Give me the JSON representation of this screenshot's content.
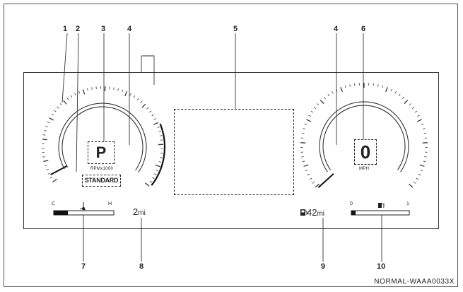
{
  "callouts": [
    "1",
    "2",
    "3",
    "4",
    "5",
    "4",
    "6",
    "7",
    "8",
    "9",
    "10"
  ],
  "gear": "P",
  "rpm_unit": "RPMx1000",
  "drive_mode": "STANDARD",
  "speed": "0",
  "speed_unit": "MPH",
  "trip": {
    "value": "2",
    "unit": "mi"
  },
  "range": {
    "value": "42",
    "unit": "mi"
  },
  "temp_gauge": {
    "low_label": "C",
    "high_label": "H"
  },
  "fuel_gauge": {
    "empty_label": "0",
    "full_label": "1"
  },
  "reference": "NORMAL-WAAA0033X"
}
